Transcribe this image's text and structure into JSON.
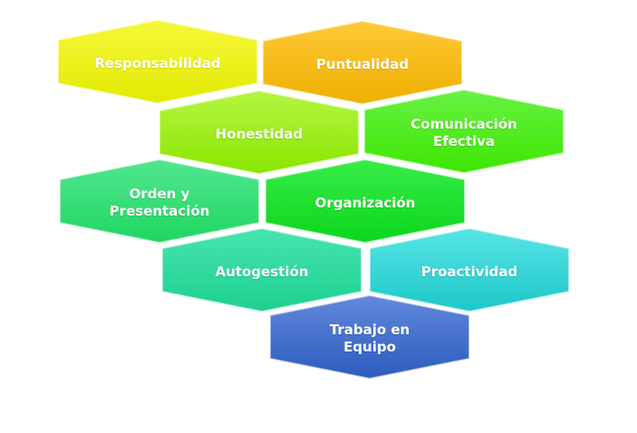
{
  "hexagons": [
    {
      "label": "Responsabilidad",
      "colors": [
        "#f6f83a",
        "#e2ea00"
      ]
    },
    {
      "label": "Puntualidad",
      "colors": [
        "#ffc938",
        "#eeb000"
      ]
    },
    {
      "label": "Honestidad",
      "colors": [
        "#b4f542",
        "#8ae600"
      ]
    },
    {
      "label": "Comunicación\nEfectiva",
      "colors": [
        "#68f244",
        "#3ce600"
      ]
    },
    {
      "label": "Orden y\nPresentación",
      "colors": [
        "#52e690",
        "#1ed660"
      ]
    },
    {
      "label": "Organización",
      "colors": [
        "#38ec48",
        "#0ad61c"
      ]
    },
    {
      "label": "Autogestión",
      "colors": [
        "#48e4b0",
        "#1cd08e"
      ]
    },
    {
      "label": "Proactividad",
      "colors": [
        "#58e4e6",
        "#1cc8c8"
      ]
    },
    {
      "label": "Trabajo en\nEquipo",
      "colors": [
        "#6288dc",
        "#2c5cbe"
      ]
    }
  ]
}
